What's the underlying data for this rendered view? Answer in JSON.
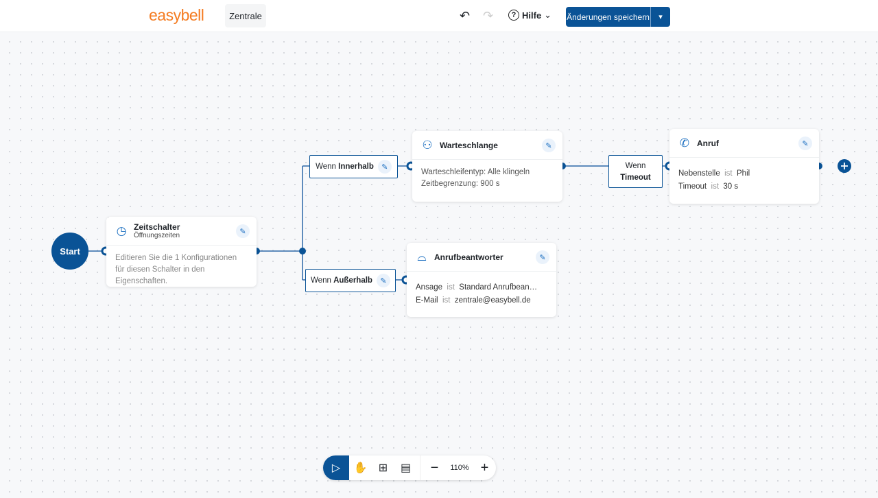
{
  "header": {
    "logo": "easybell",
    "tab": "Zentrale",
    "undo_icon": "undo-icon",
    "redo_icon": "redo-icon",
    "help_label": "Hilfe",
    "save_label": "Änderungen speichern"
  },
  "colors": {
    "primary": "#0a5396",
    "logo": "#f47b20",
    "accent_icon": "#1a6ec0"
  },
  "flow": {
    "start": "Start",
    "zeitschalter": {
      "title": "Zeitschalter",
      "subtitle": "Öffnungszeiten",
      "body": "Editieren Sie die 1 Konfigurationen für diesen Schalter in den Eigenschaften.",
      "icon": "clock-icon"
    },
    "cond_innerhalb": {
      "prefix": "Wenn",
      "bold": "Innerhalb"
    },
    "cond_ausserhalb": {
      "prefix": "Wenn",
      "bold": "Außerhalb"
    },
    "warteschlange": {
      "title": "Warteschlange",
      "icon": "queue-user-clock-icon",
      "line1": "Warteschleifentyp: Alle klingeln",
      "line2": "Zeitbegrenzung: 900 s"
    },
    "cond_timeout": {
      "prefix": "Wenn",
      "bold": "Timeout"
    },
    "anruf": {
      "title": "Anruf",
      "icon": "phone-icon",
      "rows": [
        {
          "key": "Nebenstelle",
          "op": "ist",
          "value": "Phil"
        },
        {
          "key": "Timeout",
          "op": "ist",
          "value": "30 s"
        }
      ]
    },
    "anrufbeantworter": {
      "title": "Anrufbeantworter",
      "icon": "voicemail-icon",
      "rows": [
        {
          "key": "Ansage",
          "op": "ist",
          "value": "Standard Anrufbean…"
        },
        {
          "key": "E-Mail",
          "op": "ist",
          "value": "zentrale@easybell.de"
        }
      ]
    }
  },
  "toolbar": {
    "zoom": "110%",
    "tools": [
      "select-tool",
      "pan-tool",
      "add-node-tool",
      "notes-tool"
    ]
  }
}
